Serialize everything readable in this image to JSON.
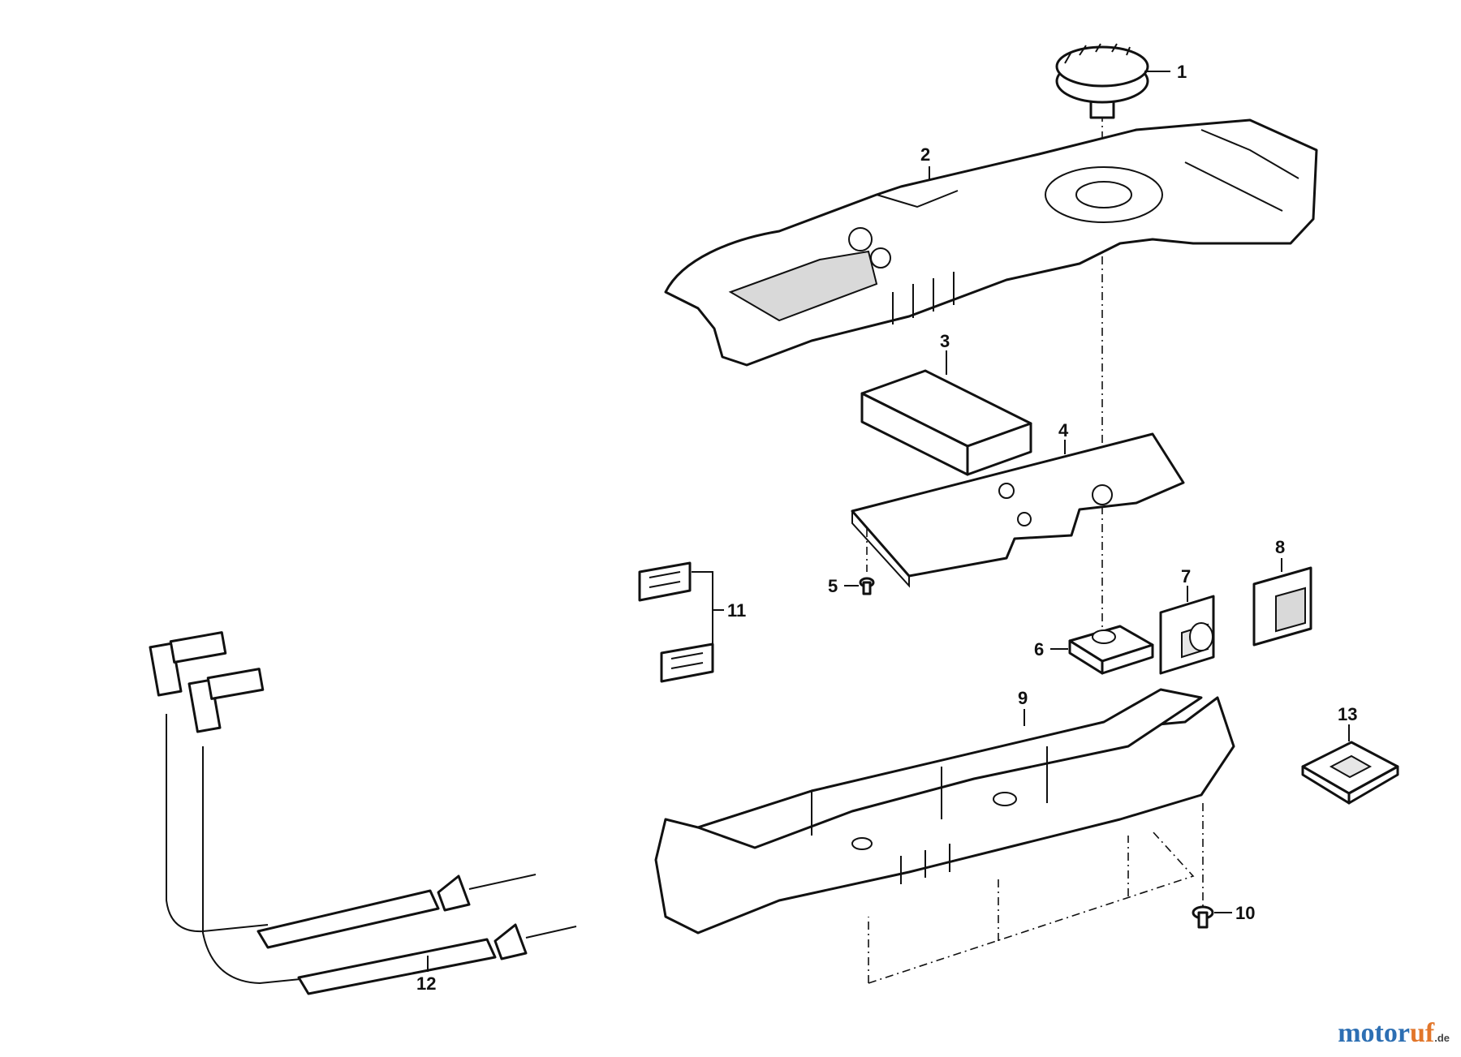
{
  "callouts": [
    "1",
    "2",
    "3",
    "4",
    "5",
    "6",
    "7",
    "8",
    "9",
    "10",
    "11",
    "12",
    "13"
  ],
  "watermark": {
    "part_a": "motor",
    "part_b": "uf",
    "tld": ".de"
  },
  "colors": {
    "line": "#111111",
    "shade": "#d9d9d9",
    "wm_blue": "#2d6fb3",
    "wm_orange": "#e2762a"
  }
}
